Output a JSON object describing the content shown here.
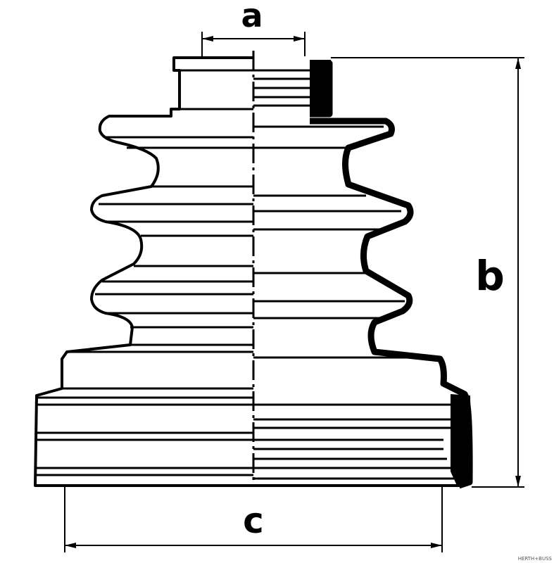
{
  "labels": {
    "a": "a",
    "b": "b",
    "c": "c"
  },
  "watermark": "HERTH+BUSS",
  "colors": {
    "ink": "#000000",
    "paper": "#ffffff"
  }
}
